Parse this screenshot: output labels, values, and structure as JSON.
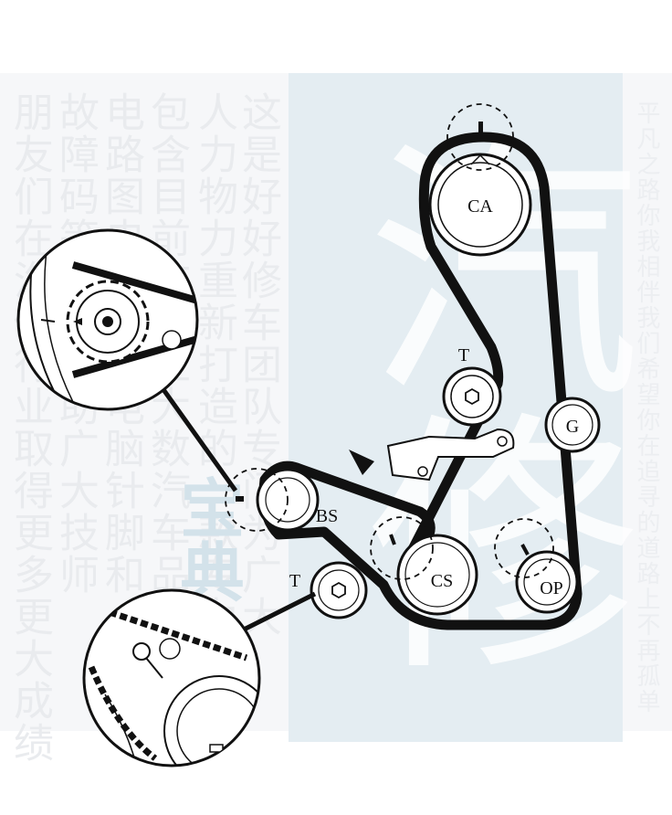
{
  "labels": {
    "camshaft": "CA",
    "tensioner_top": "T",
    "generator": "G",
    "balance_shaft": "BS",
    "crankshaft": "CS",
    "oil_pump": "OP",
    "tensioner_bottom": "T"
  },
  "watermark": {
    "columns": [
      "这是好好修车团队专门为广大",
      "人力物力重新打造的一款专为修",
      "包含目前市面上大数汽车品牌",
      "电路图电脑编程电脑针脚和",
      "故障码等信息帮助广大技师",
      "朋友们在汽修行业取得更多更大成绩"
    ],
    "right_column": "平凡之路你我相伴我们希望你在追寻的道路上不再孤单",
    "big_chars": "汽修",
    "brand": "宝典"
  },
  "colors": {
    "belt": "#111111",
    "panel": "#e4edf2",
    "line": "#1a1a1a"
  }
}
